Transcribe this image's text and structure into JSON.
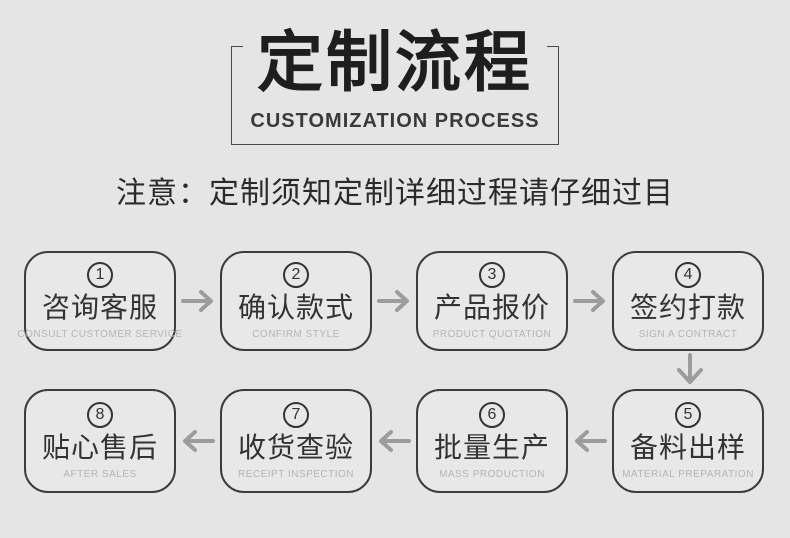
{
  "header": {
    "title": "定制流程",
    "subtitle": "CUSTOMIZATION PROCESS"
  },
  "notice": "注意：定制须知定制详细过程请仔细过目",
  "steps": [
    {
      "num": "1",
      "zh": "咨询客服",
      "en": "CONSULT CUSTOMER SERVICE"
    },
    {
      "num": "2",
      "zh": "确认款式",
      "en": "CONFIRM STYLE"
    },
    {
      "num": "3",
      "zh": "产品报价",
      "en": "PRODUCT QUOTATION"
    },
    {
      "num": "4",
      "zh": "签约打款",
      "en": "SIGN A CONTRACT"
    },
    {
      "num": "5",
      "zh": "备料出样",
      "en": "MATERIAL PREPARATION"
    },
    {
      "num": "6",
      "zh": "批量生产",
      "en": "MASS PRODUCTION"
    },
    {
      "num": "7",
      "zh": "收货查验",
      "en": "RECEIPT INSPECTION"
    },
    {
      "num": "8",
      "zh": "贴心售后",
      "en": "AFTER SALES"
    }
  ],
  "flow": {
    "top_row_order": "1 → 2 → 3 → 4",
    "bottom_row_order": "8 ← 7 ← 6 ← 5"
  },
  "colors": {
    "background": "#e5e5e5",
    "card_background": "#e8e8e8",
    "card_border": "#3c3c3c",
    "title_text": "#1e1e1e",
    "arrow": "#9c9c9c",
    "en_label": "#b5b5b5"
  }
}
